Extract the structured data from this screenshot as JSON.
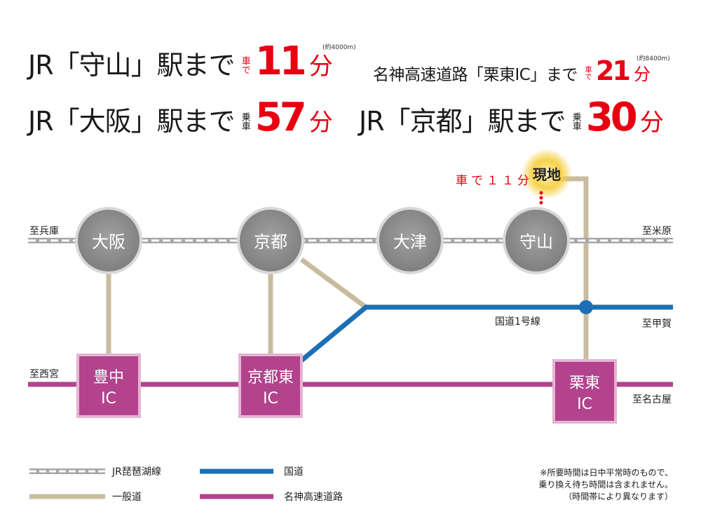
{
  "headlines": [
    {
      "label": "JR「守山」駅まで",
      "mode": "車で",
      "value": "11",
      "unit": "分",
      "note": "(約4000m)"
    },
    {
      "label": "名神高速道路「栗東IC」まで",
      "mode": "車で",
      "value": "21",
      "unit": "分",
      "note": "(約8400m)"
    },
    {
      "label": "JR「大阪」駅まで",
      "mode": "乗車",
      "value": "57",
      "unit": "分"
    },
    {
      "label": "JR「京都」駅まで",
      "mode": "乗車",
      "value": "30",
      "unit": "分"
    }
  ],
  "stations": [
    "大阪",
    "京都",
    "大津",
    "守山"
  ],
  "interchanges": [
    {
      "line1": "豊中",
      "line2": "IC"
    },
    {
      "line1": "京都東",
      "line2": "IC"
    },
    {
      "line1": "栗東",
      "line2": "IC"
    }
  ],
  "site": {
    "label": "現地",
    "time": "車で１１分"
  },
  "directions": {
    "rail_west": "至兵庫",
    "rail_east": "至米原",
    "route1_east": "至甲賀",
    "expressway_west": "至西宮",
    "expressway_east": "至名古屋"
  },
  "route_label": "国道1号線",
  "legend": {
    "rail": "JR琵琶湖線",
    "local_road": "一般道",
    "national_road": "国道",
    "expressway": "名神高速道路"
  },
  "disclaimer": [
    "※所要時間は日中平常時のもので、",
    "乗り換え待ち時間は含まれません。",
    "（時間帯により異なります）"
  ],
  "colors": {
    "accent_red": "#e60012",
    "rail": "#b9b9b9",
    "local_road": "#c8bca0",
    "national_road": "#1d6fb5",
    "expressway": "#b2438c",
    "ic_fill": "#b2438c",
    "station_fill": "#8c8c8c",
    "site_glow": "#f3c62a"
  }
}
